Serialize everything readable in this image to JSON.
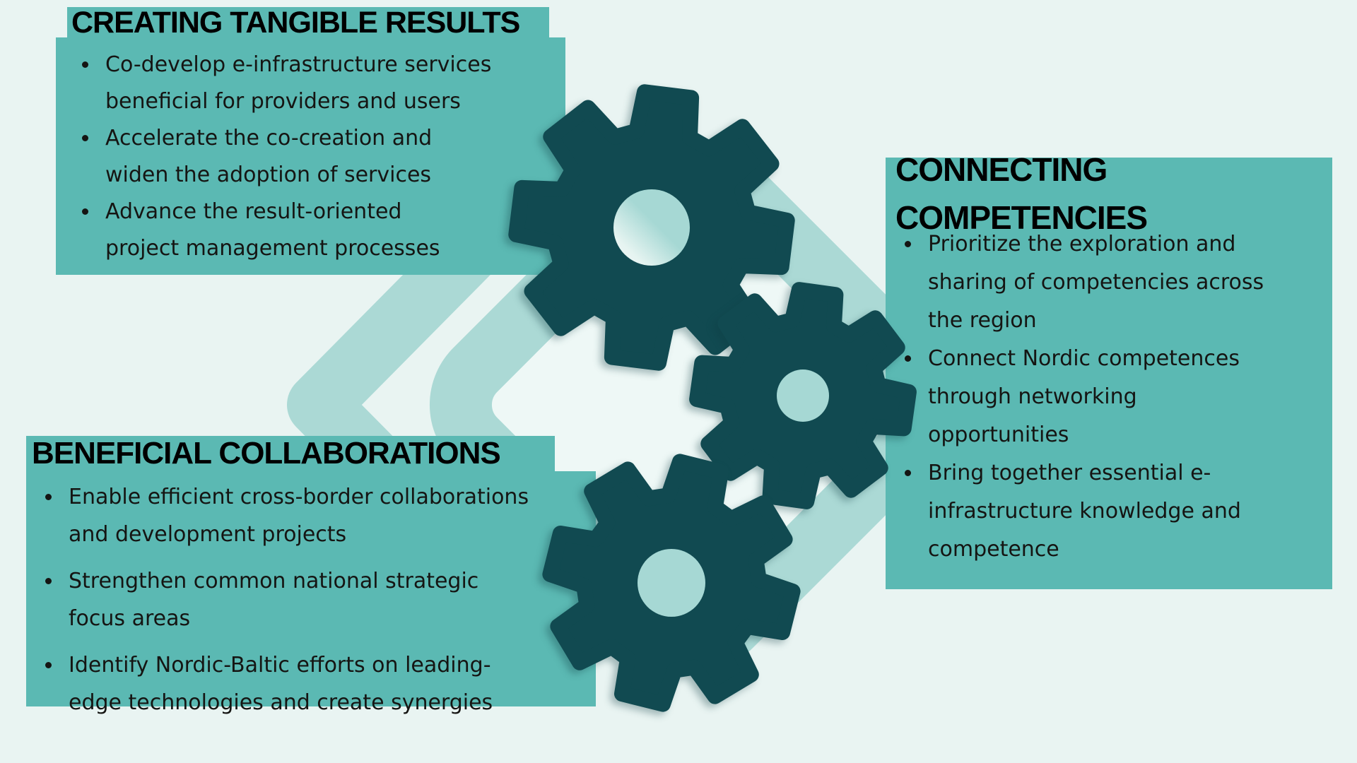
{
  "colors": {
    "background": "#e9f4f2",
    "panel_teal": "#5bb9b3",
    "gear_dark": "#114a51",
    "watermark_teal": "#abd9d5",
    "diamond_fill": "#eef8f6",
    "hole_teal": "#a6d8d4",
    "hole_light": "#e6f4f1",
    "text_dark": "#151513",
    "title_black": "#000000"
  },
  "icons": {
    "gear": "gear-icon",
    "chevron_watermark": "chevron-left-icon",
    "diamond_watermark": "rounded-diamond-icon"
  },
  "panels": {
    "results": {
      "title": "CREATING TANGIBLE RESULTS",
      "bullets": [
        "Co-develop e-infrastructure services\nbeneficial for providers and users",
        "Accelerate the co-creation and\nwiden the adoption of services",
        "Advance the result-oriented\nproject management processes"
      ]
    },
    "collaborations": {
      "title": "BENEFICIAL COLLABORATIONS",
      "bullets": [
        "Enable efficient cross-border collaborations\nand development projects",
        "Strengthen common national strategic\nfocus areas",
        "Identify Nordic-Baltic efforts on leading-\nedge technologies and create synergies"
      ]
    },
    "competencies": {
      "title": "CONNECTING\nCOMPETENCIES",
      "bullets": [
        "Prioritize the exploration and\nsharing of competencies across\nthe region",
        "Connect Nordic competences\nthrough networking\nopportunities",
        "Bring together essential e-\ninfrastructure knowledge and\ncompetence"
      ]
    }
  }
}
